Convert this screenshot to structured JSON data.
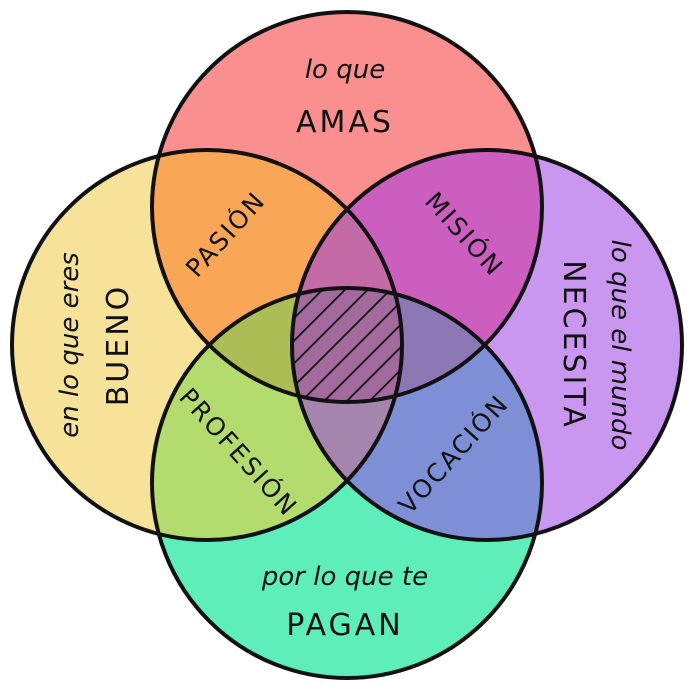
{
  "title": "Ikigai",
  "circles": {
    "top": {
      "line1": "lo que",
      "line2": "AMAS",
      "color": "#F98F8F"
    },
    "left": {
      "line1": "en lo que eres",
      "line2": "BUENO",
      "color": "#F7E29A"
    },
    "right": {
      "line1": "lo que el mundo",
      "line2": "NECESITA",
      "color": "#C996F0"
    },
    "bottom": {
      "line1": "por lo que te",
      "line2": "PAGAN",
      "color": "#5DEEB9"
    }
  },
  "overlaps": {
    "top_left": {
      "label": "PASIÓN",
      "color": "#F9A657"
    },
    "top_right": {
      "label": "MISIÓN",
      "color": "#CC5EC0"
    },
    "left_bottom": {
      "label": "PROFESIÓN",
      "color": "#B4DB6E"
    },
    "right_bottom": {
      "label": "VOCACIÓN",
      "color": "#7F8FD6"
    },
    "top_left_right_color": "#C46AA6",
    "top_left_bottom_color": "#ADBD55",
    "top_right_bottom_color": "#8C78B4",
    "left_right_bottom_color": "#A584AE",
    "center_color": "#A36A9E"
  }
}
